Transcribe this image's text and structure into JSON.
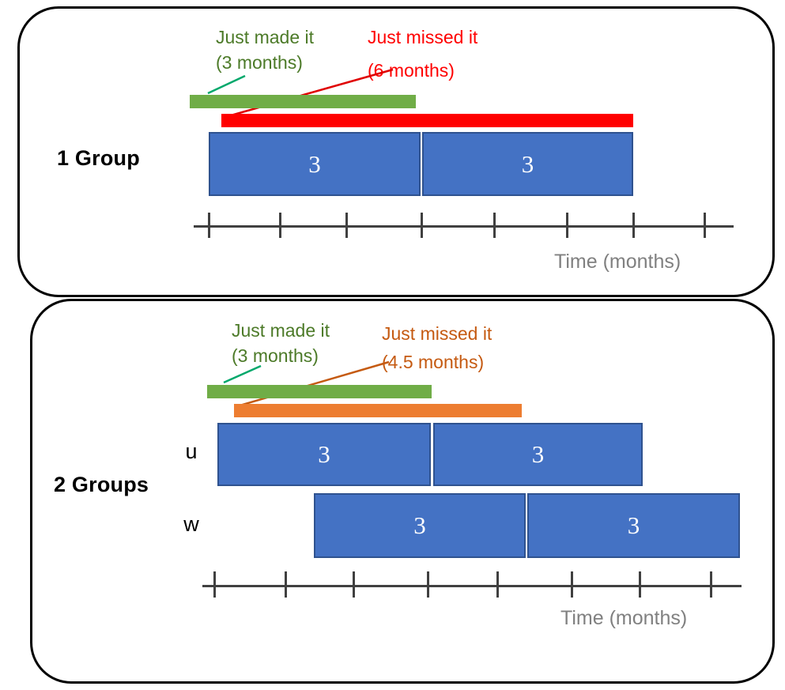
{
  "figure": {
    "title_absent": true,
    "panels": [
      {
        "id": "one-group",
        "label": "1 Group",
        "axis_caption": "Time (months)",
        "callouts": [
          {
            "name": "just-made-it",
            "line1": "Just made it",
            "line2": "(3 months)",
            "color": "#4C7A28",
            "value": 3,
            "unit": "months"
          },
          {
            "name": "just-missed-it",
            "line1": "Just missed it",
            "line2": "(6 months)",
            "color": "#FF0000",
            "value": 6,
            "unit": "months"
          }
        ],
        "deadline_bars": [
          {
            "name": "green-deadline-bar",
            "color": "#70AD47",
            "start_month": 0,
            "end_month": 3.2
          },
          {
            "name": "red-deadline-bar",
            "color": "#FF0000",
            "start_month": 0.45,
            "end_month": 6.0
          }
        ],
        "rows": [
          {
            "row_label": "",
            "tasks": [
              {
                "label": "3",
                "start_month": 0,
                "duration": 3
              },
              {
                "label": "3",
                "start_month": 3,
                "duration": 3
              }
            ]
          }
        ],
        "tick_count": 8
      },
      {
        "id": "two-groups",
        "label": "2 Groups",
        "axis_caption": "Time (months)",
        "callouts": [
          {
            "name": "just-made-it",
            "line1": "Just made it",
            "line2": "(3 months)",
            "color": "#4C7A28",
            "value": 3,
            "unit": "months"
          },
          {
            "name": "just-missed-it",
            "line1": "Just missed it",
            "line2": "(4.5 months)",
            "color": "#C55A11",
            "value": 4.5,
            "unit": "months"
          }
        ],
        "deadline_bars": [
          {
            "name": "green-deadline-bar",
            "color": "#70AD47",
            "start_month": 0,
            "end_month": 3.15
          },
          {
            "name": "orange-deadline-bar",
            "color": "#ED7D31",
            "start_month": 0.38,
            "end_month": 4.5
          }
        ],
        "rows": [
          {
            "row_label": "u",
            "tasks": [
              {
                "label": "3",
                "start_month": 0,
                "duration": 3
              },
              {
                "label": "3",
                "start_month": 3,
                "duration": 3
              }
            ]
          },
          {
            "row_label": "w",
            "tasks": [
              {
                "label": "3",
                "start_month": 1.5,
                "duration": 3
              },
              {
                "label": "3",
                "start_month": 4.5,
                "duration": 3
              }
            ]
          }
        ],
        "tick_count": 8
      }
    ]
  },
  "chart_data": {
    "type": "bar",
    "title": "Scheduling deadlines for 1 Group vs 2 Groups",
    "xlabel": "Time (months)",
    "ylabel": "",
    "grid": false,
    "legend": "none",
    "panels": [
      {
        "name": "1 Group",
        "series": [
          {
            "name": "Just made it",
            "value": 3,
            "unit": "months",
            "color": "#70AD47"
          },
          {
            "name": "Just missed it",
            "value": 6,
            "unit": "months",
            "color": "#FF0000"
          },
          {
            "name": "task-1",
            "start": 0,
            "duration": 3,
            "color": "#4472C4"
          },
          {
            "name": "task-2",
            "start": 3,
            "duration": 3,
            "color": "#4472C4"
          }
        ]
      },
      {
        "name": "2 Groups",
        "series": [
          {
            "name": "Just made it",
            "value": 3,
            "unit": "months",
            "color": "#70AD47"
          },
          {
            "name": "Just missed it",
            "value": 4.5,
            "unit": "months",
            "color": "#ED7D31"
          },
          {
            "name": "u-task-1",
            "start": 0,
            "duration": 3,
            "color": "#4472C4"
          },
          {
            "name": "u-task-2",
            "start": 3,
            "duration": 3,
            "color": "#4472C4"
          },
          {
            "name": "w-task-1",
            "start": 1.5,
            "duration": 3,
            "color": "#4472C4"
          },
          {
            "name": "w-task-2",
            "start": 4.5,
            "duration": 3,
            "color": "#4472C4"
          }
        ]
      }
    ],
    "axis_ticks": [
      0,
      1,
      2,
      3,
      4,
      5,
      6,
      7
    ]
  }
}
